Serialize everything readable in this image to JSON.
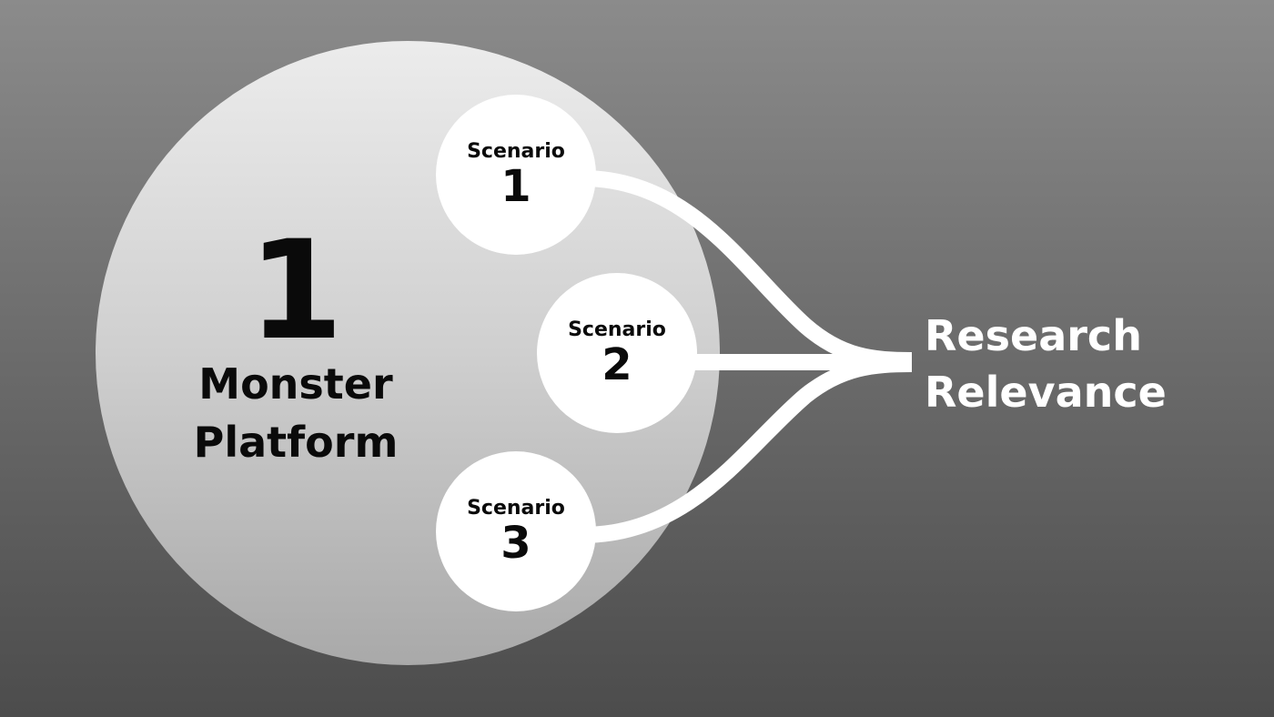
{
  "platform": {
    "number": "1",
    "label_line1": "Monster",
    "label_line2": "Platform"
  },
  "scenarios": [
    {
      "label": "Scenario",
      "number": "1"
    },
    {
      "label": "Scenario",
      "number": "2"
    },
    {
      "label": "Scenario",
      "number": "3"
    }
  ],
  "target": {
    "line1": "Research",
    "line2": "Relevance"
  },
  "colors": {
    "connector": "#ffffff",
    "text_dark": "#0a0a0a",
    "text_light": "#ffffff"
  }
}
